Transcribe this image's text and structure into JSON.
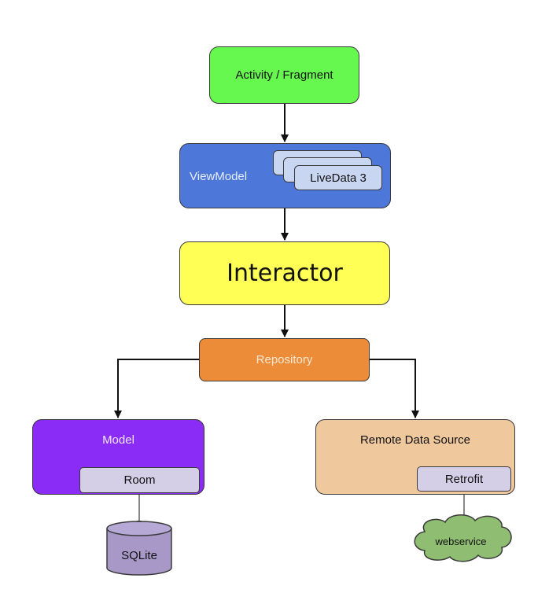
{
  "nodes": {
    "activity": "Activity / Fragment",
    "viewmodel": "ViewModel",
    "livedata": "LiveData 3",
    "interactor": "Interactor",
    "repository": "Repository",
    "model": "Model",
    "room": "Room",
    "sqlite": "SQLite",
    "remote": "Remote Data Source",
    "retrofit": "Retrofit",
    "webservice": "webservice"
  },
  "colors": {
    "activity": "#66f84f",
    "viewmodel": "#4d77d9",
    "interactor": "#ffff55",
    "repository": "#ec8c38",
    "model": "#8a2cf5",
    "remote": "#f0c89e",
    "sqlite": "#a898c8",
    "webservice": "#8fbd72"
  }
}
